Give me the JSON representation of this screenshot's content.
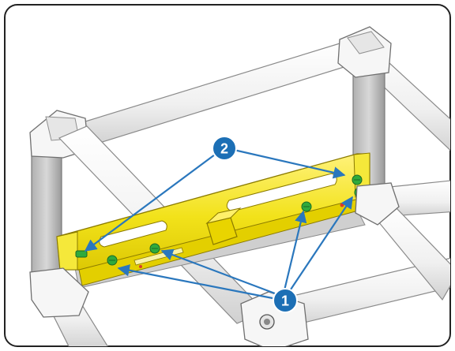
{
  "callouts": {
    "one": {
      "label": "1"
    },
    "two": {
      "label": "2"
    }
  },
  "colors": {
    "frame_border": "#222222",
    "tube_fill": "#f2f2f2",
    "tube_edge": "#8a8a8a",
    "tube_shade": "#c8c8c8",
    "bracket_yellow": "#f2e21a",
    "bracket_edge": "#8a7a00",
    "screw_green": "#2faa3c",
    "callout_blue": "#1c6fb5",
    "arrow_blue": "#2a77bd"
  },
  "icons": {
    "screw": "screw-icon",
    "callout": "numbered-callout-badge"
  }
}
